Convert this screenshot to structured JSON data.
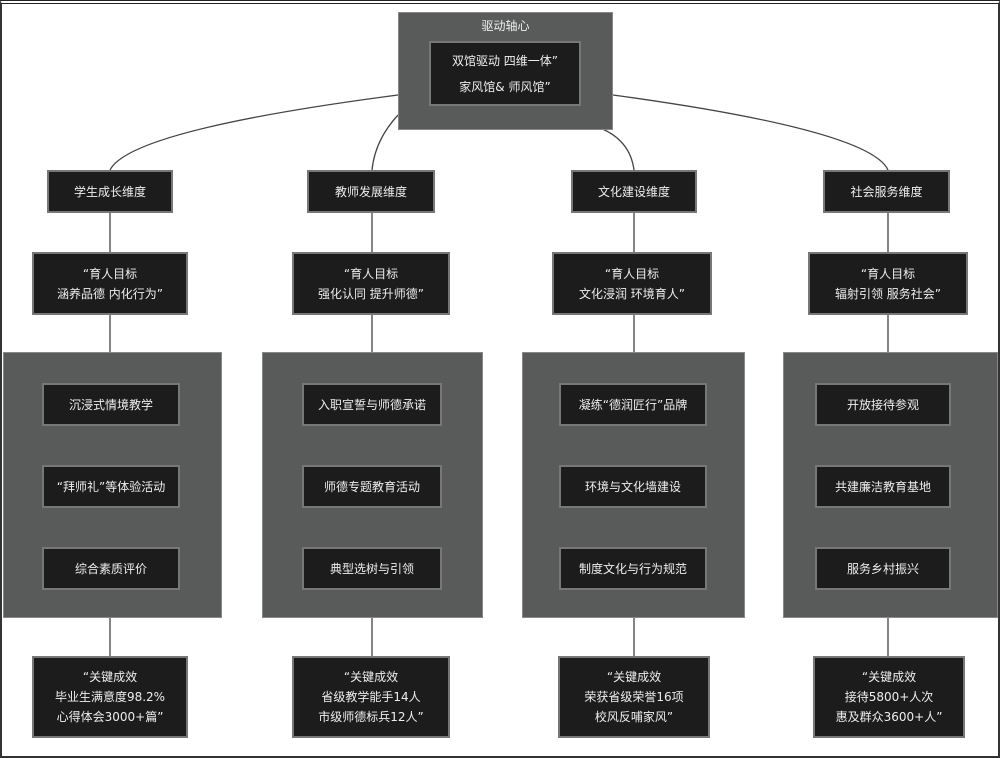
{
  "hub": {
    "title": "驱动轴心",
    "line1": "双馆驱动  四维一体”",
    "line2": "家风馆&  师风馆”"
  },
  "columns": [
    {
      "dimension": "学生成长维度",
      "goal": [
        "“育人目标",
        "涵养品德 内化行为”"
      ],
      "actions": [
        "沉浸式情境教学",
        "“拜师礼”等体验活动",
        "综合素质评价"
      ],
      "results": [
        "“关键成效",
        "毕业生满意度98.2%",
        "心得体会3000+篇”"
      ]
    },
    {
      "dimension": "教师发展维度",
      "goal": [
        "“育人目标",
        "强化认同 提升师德”"
      ],
      "actions": [
        "入职宣誓与师德承诺",
        "师德专题教育活动",
        "典型选树与引领"
      ],
      "results": [
        "“关键成效",
        "省级教学能手14人",
        "市级师德标兵12人”"
      ]
    },
    {
      "dimension": "文化建设维度",
      "goal": [
        "“育人目标",
        "文化浸润 环境育人”"
      ],
      "actions": [
        "凝练“德润匠行”品牌",
        "环境与文化墙建设",
        "制度文化与行为规范"
      ],
      "results": [
        "“关键成效",
        "荣获省级荣誉16项",
        "校风反哺家风”"
      ]
    },
    {
      "dimension": "社会服务维度",
      "goal": [
        "“育人目标",
        "辐射引领 服务社会”"
      ],
      "actions": [
        "开放接待参观",
        "共建廉洁教育基地",
        "服务乡村振兴"
      ],
      "results": [
        "“关键成效",
        "接待5800+人次",
        "惠及群众3600+人”"
      ]
    }
  ]
}
